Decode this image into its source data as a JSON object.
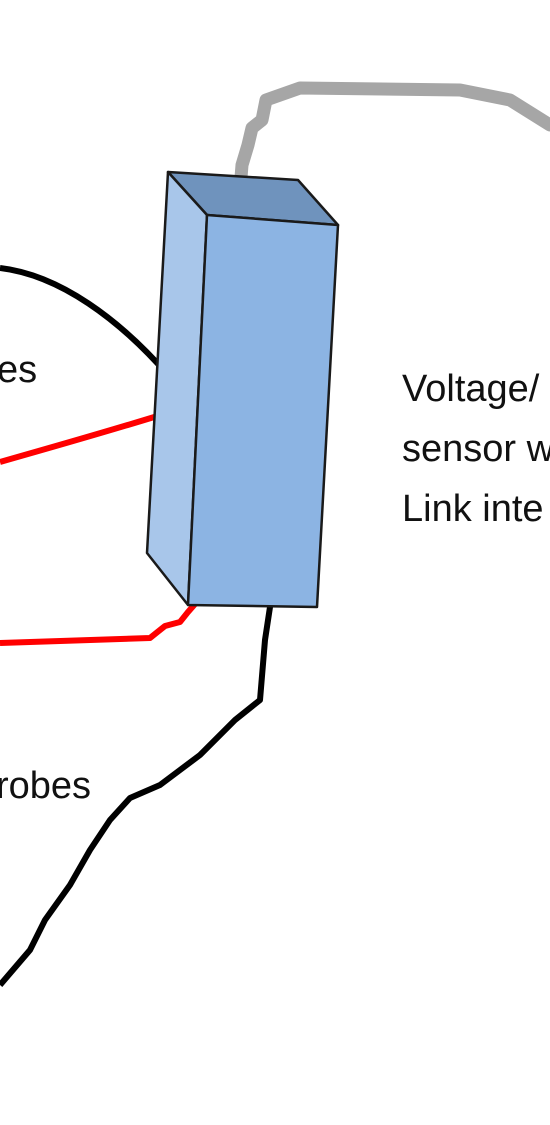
{
  "labels": {
    "probes_upper": "es",
    "probes_lower": "robes",
    "sensor_line1": "Voltage/",
    "sensor_line2": "sensor w",
    "sensor_line3": "Link inte"
  },
  "colors": {
    "background": "#ffffff",
    "box_front": "#8cb4e3",
    "box_side": "#a8c6ea",
    "box_top": "#6f93bd",
    "box_outline": "#1a1a1a",
    "wire_black": "#000000",
    "wire_red": "#ff0000",
    "wire_gray": "#a6a6a6"
  }
}
